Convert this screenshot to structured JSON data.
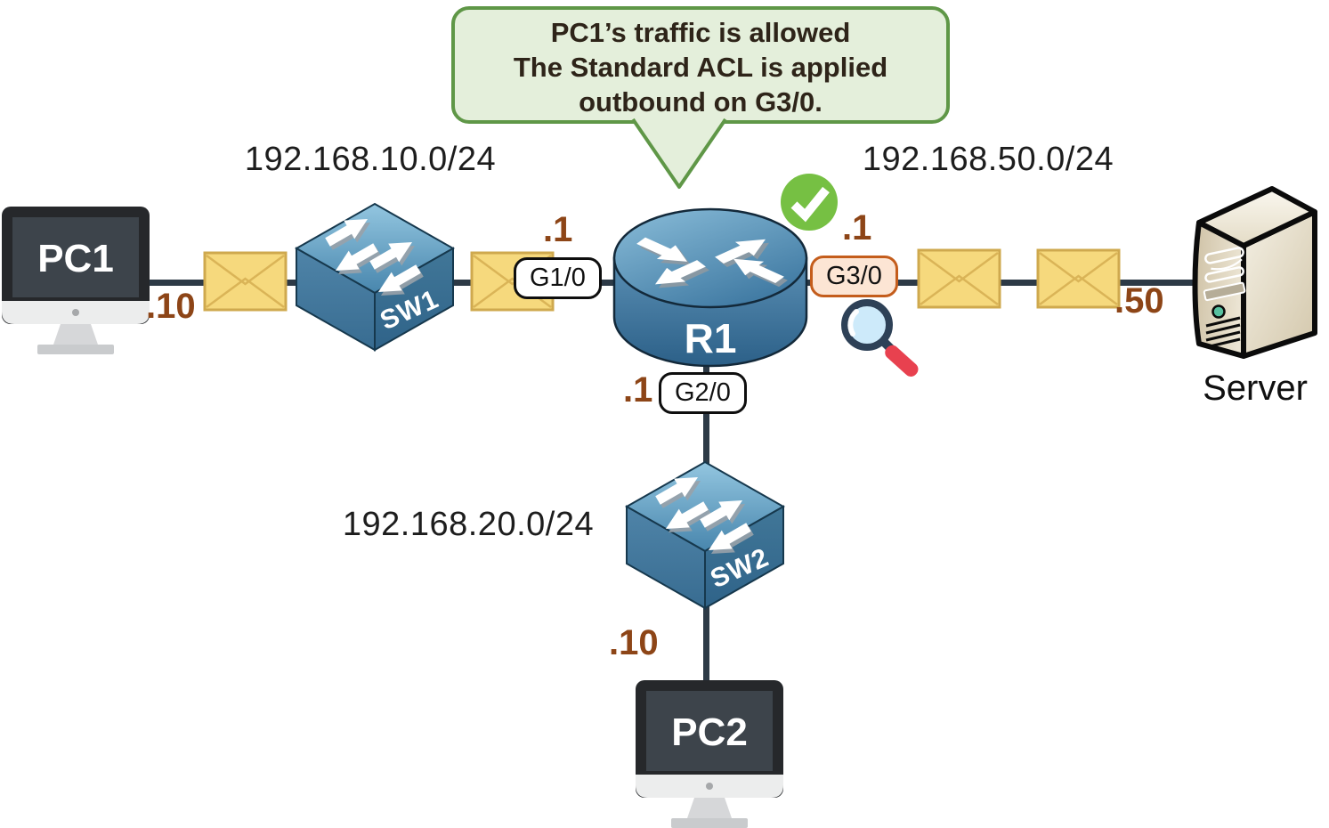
{
  "callout": {
    "line1": "PC1’s traffic is allowed",
    "line2": "The Standard ACL is applied",
    "line3": "outbound on G3/0."
  },
  "networks": {
    "lan10": "192.168.10.0/24",
    "lan20": "192.168.20.0/24",
    "lan50": "192.168.50.0/24"
  },
  "devices": {
    "pc1": {
      "label": "PC1",
      "address": ".10"
    },
    "sw1": {
      "label": "SW1"
    },
    "r1": {
      "label": "R1"
    },
    "sw2": {
      "label": "SW2"
    },
    "pc2": {
      "label": "PC2",
      "address": ".10"
    },
    "server": {
      "label": "Server",
      "address": ".50"
    }
  },
  "interfaces": {
    "g1_0": {
      "label": "G1/0",
      "address": ".1"
    },
    "g2_0": {
      "label": "G2/0",
      "address": ".1"
    },
    "g3_0": {
      "label": "G3/0",
      "address": ".1",
      "highlighted": true
    }
  },
  "icons": {
    "check": "allowed-checkmark",
    "magnifier": "acl-inspection-magnifier",
    "packet": "packet-envelope"
  },
  "colors": {
    "callout_bg": "#e4efdb",
    "callout_border": "#5f9747",
    "check_green": "#76c043",
    "g3_pill_bg": "#fce5d4",
    "g3_pill_border": "#c45d1c",
    "address_brown": "#8d4517",
    "link": "#2d3a46",
    "packet_fill": "#f6d97d",
    "packet_border": "#cfa94e",
    "device_blue": "#4a86ac",
    "magnifier_handle_red": "#e8414f"
  }
}
